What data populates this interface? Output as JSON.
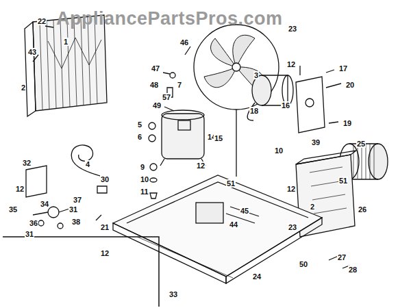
{
  "diagram": {
    "labels": [
      "AppliancePartsPros.com",
      "22",
      "1",
      "43",
      "2",
      "46",
      "47",
      "48",
      "7",
      "57",
      "49",
      "5",
      "6",
      "14",
      "4",
      "9",
      "10",
      "11",
      "12",
      "32",
      "12",
      "30",
      "37",
      "34",
      "35",
      "31",
      "38",
      "36",
      "31",
      "21",
      "12",
      "33",
      "15",
      "51",
      "23",
      "12",
      "17",
      "20",
      "3",
      "18",
      "16",
      "19",
      "10",
      "39",
      "25",
      "26",
      "51",
      "12",
      "45",
      "44",
      "2",
      "23",
      "27",
      "28",
      "50",
      "24"
    ]
  }
}
